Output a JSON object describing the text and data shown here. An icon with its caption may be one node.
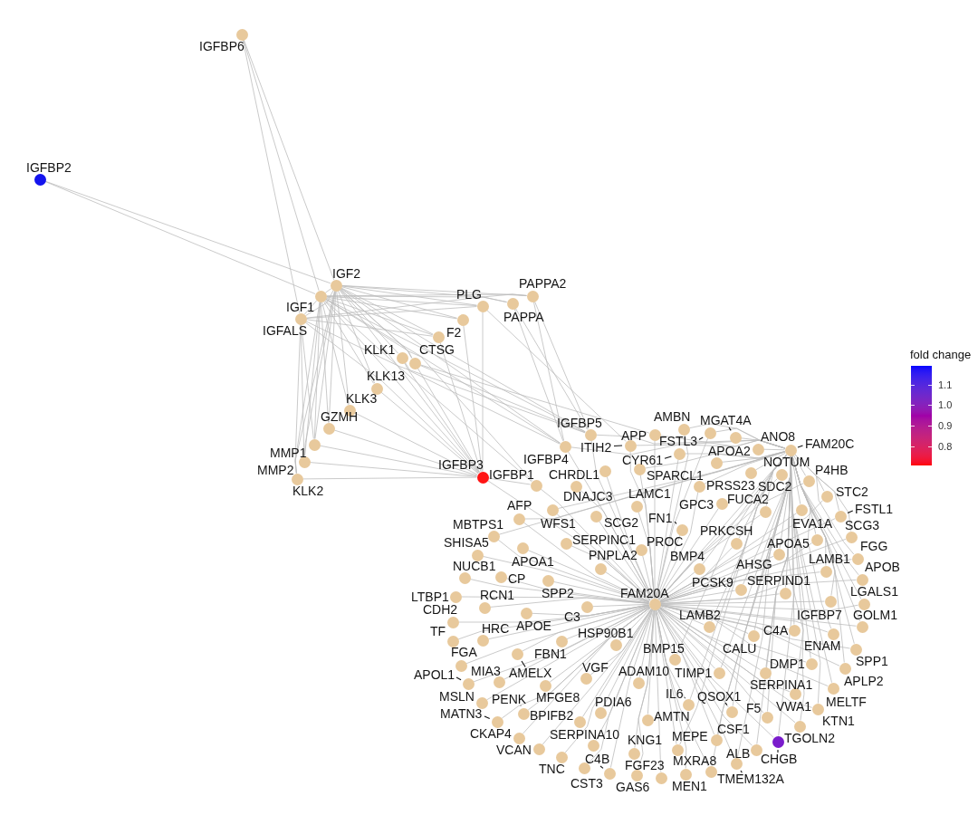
{
  "diagram": {
    "nodes": [
      {
        "text": [
          "IGFBP6"
        ]
      },
      {
        "text": [
          "IGFBP2"
        ]
      },
      {
        "text": [
          "IGF2"
        ]
      },
      {
        "text": [
          "IGF1"
        ]
      },
      {
        "text": [
          "IGFALS"
        ]
      },
      {
        "text": [
          "PLG"
        ]
      },
      {
        "text": [
          "PAPPA2"
        ]
      },
      {
        "text": [
          "PAPPA"
        ]
      },
      {
        "text": [],
        "shape": "circle"
      },
      {
        "text": [
          "F2"
        ]
      },
      {
        "text": [
          "KLK1"
        ]
      },
      {
        "text": [
          "CTSG"
        ]
      },
      {
        "text": [
          "KLK13"
        ]
      },
      {
        "text": [
          "KLK3"
        ]
      },
      {
        "text": [
          "GZMH"
        ]
      },
      {
        "text": [
          "MMP1"
        ]
      },
      {
        "text": [
          "MMP2"
        ]
      },
      {
        "text": [
          "KLK2"
        ]
      },
      {
        "text": [
          "IGFBP3"
        ]
      },
      {
        "text": [
          "IGFBP1"
        ]
      },
      {
        "text": [
          "IGFBP5"
        ]
      },
      {
        "text": [
          "IGFBP4"
        ]
      },
      {
        "text": [
          "ITIH2"
        ]
      },
      {
        "text": [
          "APP"
        ]
      },
      {
        "text": [
          "AMBN"
        ]
      },
      {
        "text": [
          "MGAT4A"
        ]
      },
      {
        "text": [
          "FSTL3"
        ]
      },
      {
        "text": [
          "CYR61"
        ]
      },
      {
        "text": [
          "ANO8"
        ]
      },
      {
        "text": [
          "FAM20C"
        ]
      },
      {
        "text": [
          "APOA2"
        ]
      },
      {
        "text": [
          "NOTUM"
        ]
      },
      {
        "text": [
          "P4HB"
        ]
      },
      {
        "text": [
          "SPARCL1"
        ]
      },
      {
        "text": [
          "PRSS23"
        ]
      },
      {
        "text": [
          "SDC2"
        ]
      },
      {
        "text": [
          "CHRDL1"
        ]
      },
      {
        "text": [
          "DNAJC3"
        ]
      },
      {
        "text": [
          "LAMC1"
        ]
      },
      {
        "text": [
          "GPC3"
        ]
      },
      {
        "text": [
          "FUCA2"
        ]
      },
      {
        "text": [
          "STC2"
        ]
      },
      {
        "text": [
          "FSTL1"
        ]
      },
      {
        "text": [
          "EVA1A"
        ]
      },
      {
        "text": [
          "WFS1"
        ]
      },
      {
        "text": [
          "SCG2"
        ]
      },
      {
        "text": [
          "AFP"
        ]
      },
      {
        "text": [
          "FN1"
        ]
      },
      {
        "text": [
          "MBTPS1"
        ]
      },
      {
        "text": [
          "SCG3"
        ]
      },
      {
        "text": [
          "PRKCSH"
        ]
      },
      {
        "text": [
          "SERPINC1"
        ]
      },
      {
        "text": [
          "PROC"
        ]
      },
      {
        "text": [
          "SHISA5"
        ]
      },
      {
        "text": [
          "APOA1"
        ]
      },
      {
        "text": [
          "APOA5"
        ]
      },
      {
        "text": [
          "FGG"
        ]
      },
      {
        "text": [
          "BMP4"
        ]
      },
      {
        "text": [
          "NUCB1"
        ]
      },
      {
        "text": [
          "PNPLA2"
        ]
      },
      {
        "text": [
          "AHSG"
        ]
      },
      {
        "text": [
          "LAMB1"
        ]
      },
      {
        "text": [
          "APOB"
        ]
      },
      {
        "text": [
          "CP"
        ]
      },
      {
        "text": [
          "SPP2"
        ]
      },
      {
        "text": [
          "PCSK9"
        ]
      },
      {
        "text": [
          "SERPIND1"
        ]
      },
      {
        "text": [
          "LTBP1"
        ]
      },
      {
        "text": [
          "RCN1"
        ]
      },
      {
        "text": [
          "LGALS1"
        ]
      },
      {
        "text": [
          "FAM20A"
        ]
      },
      {
        "text": [
          "C3"
        ]
      },
      {
        "text": [
          "CDH2"
        ]
      },
      {
        "text": [
          "APOE"
        ]
      },
      {
        "text": [
          "IGFBP7"
        ]
      },
      {
        "text": [
          "GOLM1"
        ]
      },
      {
        "text": [
          "C4A"
        ]
      },
      {
        "text": [
          "CALU"
        ]
      },
      {
        "text": [
          "LAMB2"
        ]
      },
      {
        "text": [
          "TF"
        ]
      },
      {
        "text": [
          "HRC"
        ]
      },
      {
        "text": [
          "HSP90B1"
        ]
      },
      {
        "text": [
          "ENAM"
        ]
      },
      {
        "text": [
          "FBN1"
        ]
      },
      {
        "text": [
          "FGA"
        ]
      },
      {
        "text": [
          "AMELX"
        ]
      },
      {
        "text": [
          "BMP15"
        ]
      },
      {
        "text": [
          "DMP1"
        ]
      },
      {
        "text": [
          "SPP1"
        ]
      },
      {
        "text": [
          "VGF"
        ]
      },
      {
        "text": [
          "APOL1"
        ]
      },
      {
        "text": [
          "MIA3"
        ]
      },
      {
        "text": [
          "ADAM10"
        ]
      },
      {
        "text": [
          "TIMP1"
        ]
      },
      {
        "text": [
          "SERPINA1"
        ]
      },
      {
        "text": [
          "APLP2"
        ]
      },
      {
        "text": [
          "MFGE8"
        ]
      },
      {
        "text": [
          "MSLN"
        ]
      },
      {
        "text": [
          "PENK"
        ]
      },
      {
        "text": [
          "IL6"
        ]
      },
      {
        "text": [
          "QSOX1"
        ]
      },
      {
        "text": [
          "MELTF"
        ]
      },
      {
        "text": [
          "PDIA6"
        ]
      },
      {
        "text": [
          "VWA1"
        ]
      },
      {
        "text": [
          "F5"
        ]
      },
      {
        "text": [
          "AMTN"
        ]
      },
      {
        "text": [
          "MATN3"
        ]
      },
      {
        "text": [
          "BPIFB2"
        ]
      },
      {
        "text": [
          "KTN1"
        ]
      },
      {
        "text": [
          "TGOLN2"
        ]
      },
      {
        "text": [
          "CSF1"
        ]
      },
      {
        "text": [
          "CKAP4"
        ]
      },
      {
        "text": [
          "SERPINA10"
        ]
      },
      {
        "text": [
          "MEPE"
        ]
      },
      {
        "text": [
          "CHGB"
        ]
      },
      {
        "text": [
          "KNG1"
        ]
      },
      {
        "text": [
          "ALB"
        ]
      },
      {
        "text": [
          "VCAN"
        ]
      },
      {
        "text": [
          "TNC"
        ]
      },
      {
        "text": [
          "MXRA8"
        ]
      },
      {
        "text": [
          "FGF23"
        ]
      },
      {
        "text": [
          "C4B"
        ]
      },
      {
        "text": [
          "CST3"
        ]
      },
      {
        "text": [
          "TMEM132A"
        ]
      },
      {
        "text": [
          "MEN1"
        ]
      },
      {
        "text": [
          "GAS6"
        ]
      }
    ],
    "edges": [
      {
        "from": 0,
        "to": 2,
        "arrow": "none"
      },
      {
        "from": 0,
        "to": 3,
        "arrow": "none"
      },
      {
        "from": 0,
        "to": 4,
        "arrow": "none"
      },
      {
        "from": 1,
        "to": 2,
        "arrow": "none"
      },
      {
        "from": 1,
        "to": 3,
        "arrow": "none"
      },
      {
        "from": 2,
        "to": 3,
        "arrow": "none"
      },
      {
        "from": 2,
        "to": 4,
        "arrow": "none"
      },
      {
        "from": 2,
        "to": 5,
        "arrow": "none"
      },
      {
        "from": 2,
        "to": 6,
        "arrow": "none"
      },
      {
        "from": 2,
        "to": 7,
        "arrow": "none"
      },
      {
        "from": 2,
        "to": 8,
        "arrow": "none"
      },
      {
        "from": 2,
        "to": 9,
        "arrow": "none"
      },
      {
        "from": 2,
        "to": 10,
        "arrow": "none"
      },
      {
        "from": 2,
        "to": 11,
        "arrow": "none"
      },
      {
        "from": 2,
        "to": 12,
        "arrow": "none"
      },
      {
        "from": 2,
        "to": 13,
        "arrow": "none"
      },
      {
        "from": 2,
        "to": 14,
        "arrow": "none"
      },
      {
        "from": 2,
        "to": 15,
        "arrow": "none"
      },
      {
        "from": 2,
        "to": 16,
        "arrow": "none"
      },
      {
        "from": 2,
        "to": 17,
        "arrow": "none"
      },
      {
        "from": 2,
        "to": 18,
        "arrow": "none"
      },
      {
        "from": 2,
        "to": 19,
        "arrow": "none"
      },
      {
        "from": 2,
        "to": 20,
        "arrow": "none"
      },
      {
        "from": 2,
        "to": 21,
        "arrow": "none"
      },
      {
        "from": 3,
        "to": 4,
        "arrow": "none"
      },
      {
        "from": 3,
        "to": 5,
        "arrow": "none"
      },
      {
        "from": 3,
        "to": 6,
        "arrow": "none"
      },
      {
        "from": 3,
        "to": 7,
        "arrow": "none"
      },
      {
        "from": 3,
        "to": 8,
        "arrow": "none"
      },
      {
        "from": 3,
        "to": 9,
        "arrow": "none"
      },
      {
        "from": 3,
        "to": 11,
        "arrow": "none"
      },
      {
        "from": 3,
        "to": 12,
        "arrow": "none"
      },
      {
        "from": 3,
        "to": 13,
        "arrow": "none"
      },
      {
        "from": 3,
        "to": 14,
        "arrow": "none"
      },
      {
        "from": 3,
        "to": 15,
        "arrow": "none"
      },
      {
        "from": 3,
        "to": 16,
        "arrow": "none"
      },
      {
        "from": 3,
        "to": 17,
        "arrow": "none"
      },
      {
        "from": 3,
        "to": 18,
        "arrow": "none"
      },
      {
        "from": 3,
        "to": 19,
        "arrow": "none"
      },
      {
        "from": 3,
        "to": 20,
        "arrow": "none"
      },
      {
        "from": 3,
        "to": 21,
        "arrow": "none"
      },
      {
        "from": 4,
        "to": 5,
        "arrow": "none"
      },
      {
        "from": 4,
        "to": 6,
        "arrow": "none"
      },
      {
        "from": 4,
        "to": 9,
        "arrow": "none"
      },
      {
        "from": 4,
        "to": 15,
        "arrow": "none"
      },
      {
        "from": 4,
        "to": 16,
        "arrow": "none"
      },
      {
        "from": 4,
        "to": 17,
        "arrow": "none"
      },
      {
        "from": 4,
        "to": 18,
        "arrow": "none"
      },
      {
        "from": 4,
        "to": 20,
        "arrow": "none"
      },
      {
        "from": 6,
        "to": 20,
        "arrow": "none"
      },
      {
        "from": 6,
        "to": 21,
        "arrow": "none"
      },
      {
        "from": 7,
        "to": 20,
        "arrow": "none"
      },
      {
        "from": 7,
        "to": 21,
        "arrow": "none"
      },
      {
        "from": 5,
        "to": 18,
        "arrow": "none"
      },
      {
        "from": 5,
        "to": 22,
        "arrow": "none"
      },
      {
        "from": 8,
        "to": 18,
        "arrow": "none"
      },
      {
        "from": 11,
        "to": 18,
        "arrow": "none"
      },
      {
        "from": 11,
        "to": 20,
        "arrow": "none"
      },
      {
        "from": 11,
        "to": 23,
        "arrow": "none"
      },
      {
        "from": 10,
        "to": 18,
        "arrow": "none"
      },
      {
        "from": 10,
        "to": 21,
        "arrow": "none"
      },
      {
        "from": 12,
        "to": 18,
        "arrow": "none"
      },
      {
        "from": 13,
        "to": 18,
        "arrow": "none"
      },
      {
        "from": 14,
        "to": 18,
        "arrow": "none"
      },
      {
        "from": 15,
        "to": 18,
        "arrow": "none"
      },
      {
        "from": 16,
        "to": 18,
        "arrow": "none"
      },
      {
        "from": 17,
        "to": 18,
        "arrow": "none"
      },
      {
        "from": 9,
        "to": 18,
        "arrow": "none"
      },
      {
        "from": 18,
        "to": 19,
        "arrow": "none"
      },
      {
        "from": 18,
        "to": 70,
        "arrow": "none"
      },
      {
        "from": 19,
        "to": 70,
        "arrow": "none"
      },
      {
        "from": 20,
        "to": 70,
        "arrow": "none"
      },
      {
        "from": 20,
        "to": 29,
        "arrow": "none"
      },
      {
        "from": 21,
        "to": 70,
        "arrow": "none"
      },
      {
        "from": 21,
        "to": 29,
        "arrow": "none"
      },
      {
        "from": 70,
        "to": 22,
        "arrow": "none"
      },
      {
        "from": 70,
        "to": 23,
        "arrow": "none"
      },
      {
        "from": 70,
        "to": 24,
        "arrow": "none"
      },
      {
        "from": 70,
        "to": 26,
        "arrow": "none"
      },
      {
        "from": 70,
        "to": 27,
        "arrow": "none"
      },
      {
        "from": 70,
        "to": 29,
        "arrow": "none"
      },
      {
        "from": 70,
        "to": 31,
        "arrow": "none"
      },
      {
        "from": 70,
        "to": 32,
        "arrow": "none"
      },
      {
        "from": 70,
        "to": 33,
        "arrow": "none"
      },
      {
        "from": 70,
        "to": 34,
        "arrow": "none"
      },
      {
        "from": 70,
        "to": 36,
        "arrow": "none"
      },
      {
        "from": 70,
        "to": 37,
        "arrow": "none"
      },
      {
        "from": 70,
        "to": 38,
        "arrow": "none"
      },
      {
        "from": 70,
        "to": 39,
        "arrow": "none"
      },
      {
        "from": 70,
        "to": 40,
        "arrow": "none"
      },
      {
        "from": 70,
        "to": 41,
        "arrow": "none"
      },
      {
        "from": 70,
        "to": 42,
        "arrow": "none"
      },
      {
        "from": 70,
        "to": 43,
        "arrow": "none"
      },
      {
        "from": 70,
        "to": 44,
        "arrow": "none"
      },
      {
        "from": 70,
        "to": 45,
        "arrow": "none"
      },
      {
        "from": 70,
        "to": 46,
        "arrow": "none"
      },
      {
        "from": 70,
        "to": 47,
        "arrow": "none"
      },
      {
        "from": 70,
        "to": 48,
        "arrow": "none"
      },
      {
        "from": 70,
        "to": 49,
        "arrow": "none"
      },
      {
        "from": 70,
        "to": 50,
        "arrow": "none"
      },
      {
        "from": 70,
        "to": 51,
        "arrow": "none"
      },
      {
        "from": 70,
        "to": 52,
        "arrow": "none"
      },
      {
        "from": 70,
        "to": 53,
        "arrow": "none"
      },
      {
        "from": 70,
        "to": 54,
        "arrow": "none"
      },
      {
        "from": 70,
        "to": 55,
        "arrow": "none"
      },
      {
        "from": 70,
        "to": 56,
        "arrow": "none"
      },
      {
        "from": 70,
        "to": 57,
        "arrow": "none"
      },
      {
        "from": 70,
        "to": 58,
        "arrow": "none"
      },
      {
        "from": 70,
        "to": 59,
        "arrow": "none"
      },
      {
        "from": 70,
        "to": 60,
        "arrow": "none"
      },
      {
        "from": 70,
        "to": 61,
        "arrow": "none"
      },
      {
        "from": 70,
        "to": 62,
        "arrow": "none"
      },
      {
        "from": 70,
        "to": 63,
        "arrow": "none"
      },
      {
        "from": 70,
        "to": 64,
        "arrow": "none"
      },
      {
        "from": 70,
        "to": 65,
        "arrow": "none"
      },
      {
        "from": 70,
        "to": 66,
        "arrow": "none"
      },
      {
        "from": 70,
        "to": 67,
        "arrow": "none"
      },
      {
        "from": 70,
        "to": 68,
        "arrow": "none"
      },
      {
        "from": 70,
        "to": 69,
        "arrow": "none"
      },
      {
        "from": 70,
        "to": 71,
        "arrow": "none"
      },
      {
        "from": 70,
        "to": 72,
        "arrow": "none"
      },
      {
        "from": 70,
        "to": 73,
        "arrow": "none"
      },
      {
        "from": 70,
        "to": 74,
        "arrow": "none"
      },
      {
        "from": 70,
        "to": 75,
        "arrow": "none"
      },
      {
        "from": 70,
        "to": 76,
        "arrow": "none"
      },
      {
        "from": 70,
        "to": 77,
        "arrow": "none"
      },
      {
        "from": 70,
        "to": 78,
        "arrow": "none"
      },
      {
        "from": 70,
        "to": 79,
        "arrow": "none"
      },
      {
        "from": 70,
        "to": 80,
        "arrow": "none"
      },
      {
        "from": 70,
        "to": 81,
        "arrow": "none"
      },
      {
        "from": 70,
        "to": 82,
        "arrow": "none"
      },
      {
        "from": 70,
        "to": 83,
        "arrow": "none"
      },
      {
        "from": 70,
        "to": 84,
        "arrow": "none"
      },
      {
        "from": 70,
        "to": 85,
        "arrow": "none"
      },
      {
        "from": 70,
        "to": 86,
        "arrow": "none"
      },
      {
        "from": 70,
        "to": 87,
        "arrow": "none"
      },
      {
        "from": 70,
        "to": 88,
        "arrow": "none"
      },
      {
        "from": 70,
        "to": 89,
        "arrow": "none"
      },
      {
        "from": 70,
        "to": 90,
        "arrow": "none"
      },
      {
        "from": 70,
        "to": 91,
        "arrow": "none"
      },
      {
        "from": 70,
        "to": 92,
        "arrow": "none"
      },
      {
        "from": 70,
        "to": 93,
        "arrow": "none"
      },
      {
        "from": 70,
        "to": 94,
        "arrow": "none"
      },
      {
        "from": 70,
        "to": 95,
        "arrow": "none"
      },
      {
        "from": 70,
        "to": 96,
        "arrow": "none"
      },
      {
        "from": 70,
        "to": 97,
        "arrow": "none"
      },
      {
        "from": 70,
        "to": 98,
        "arrow": "none"
      },
      {
        "from": 70,
        "to": 99,
        "arrow": "none"
      },
      {
        "from": 70,
        "to": 100,
        "arrow": "none"
      },
      {
        "from": 70,
        "to": 101,
        "arrow": "none"
      },
      {
        "from": 70,
        "to": 102,
        "arrow": "none"
      },
      {
        "from": 70,
        "to": 103,
        "arrow": "none"
      },
      {
        "from": 70,
        "to": 104,
        "arrow": "none"
      },
      {
        "from": 70,
        "to": 105,
        "arrow": "none"
      },
      {
        "from": 70,
        "to": 106,
        "arrow": "none"
      },
      {
        "from": 70,
        "to": 107,
        "arrow": "none"
      },
      {
        "from": 70,
        "to": 108,
        "arrow": "none"
      },
      {
        "from": 70,
        "to": 109,
        "arrow": "none"
      },
      {
        "from": 70,
        "to": 110,
        "arrow": "none"
      },
      {
        "from": 70,
        "to": 111,
        "arrow": "none"
      },
      {
        "from": 70,
        "to": 112,
        "arrow": "none"
      },
      {
        "from": 70,
        "to": 113,
        "arrow": "none"
      },
      {
        "from": 70,
        "to": 114,
        "arrow": "none"
      },
      {
        "from": 70,
        "to": 115,
        "arrow": "none"
      },
      {
        "from": 70,
        "to": 116,
        "arrow": "none"
      },
      {
        "from": 70,
        "to": 117,
        "arrow": "none"
      },
      {
        "from": 70,
        "to": 118,
        "arrow": "none"
      },
      {
        "from": 70,
        "to": 119,
        "arrow": "none"
      },
      {
        "from": 70,
        "to": 120,
        "arrow": "none"
      },
      {
        "from": 70,
        "to": 121,
        "arrow": "none"
      },
      {
        "from": 70,
        "to": 122,
        "arrow": "none"
      },
      {
        "from": 70,
        "to": 123,
        "arrow": "none"
      },
      {
        "from": 70,
        "to": 124,
        "arrow": "none"
      },
      {
        "from": 70,
        "to": 125,
        "arrow": "none"
      },
      {
        "from": 29,
        "to": 22,
        "arrow": "none"
      },
      {
        "from": 29,
        "to": 23,
        "arrow": "none"
      },
      {
        "from": 29,
        "to": 24,
        "arrow": "none"
      },
      {
        "from": 29,
        "to": 25,
        "arrow": "none"
      },
      {
        "from": 29,
        "to": 26,
        "arrow": "none"
      },
      {
        "from": 29,
        "to": 27,
        "arrow": "none"
      },
      {
        "from": 29,
        "to": 28,
        "arrow": "none"
      },
      {
        "from": 29,
        "to": 30,
        "arrow": "none"
      },
      {
        "from": 29,
        "to": 32,
        "arrow": "none"
      },
      {
        "from": 29,
        "to": 33,
        "arrow": "none"
      },
      {
        "from": 29,
        "to": 34,
        "arrow": "none"
      },
      {
        "from": 29,
        "to": 35,
        "arrow": "none"
      },
      {
        "from": 29,
        "to": 40,
        "arrow": "none"
      },
      {
        "from": 29,
        "to": 41,
        "arrow": "none"
      },
      {
        "from": 29,
        "to": 42,
        "arrow": "none"
      },
      {
        "from": 29,
        "to": 43,
        "arrow": "none"
      },
      {
        "from": 29,
        "to": 44,
        "arrow": "none"
      },
      {
        "from": 29,
        "to": 46,
        "arrow": "none"
      },
      {
        "from": 29,
        "to": 48,
        "arrow": "none"
      },
      {
        "from": 29,
        "to": 49,
        "arrow": "none"
      },
      {
        "from": 29,
        "to": 50,
        "arrow": "none"
      },
      {
        "from": 29,
        "to": 55,
        "arrow": "none"
      },
      {
        "from": 29,
        "to": 56,
        "arrow": "none"
      },
      {
        "from": 29,
        "to": 57,
        "arrow": "none"
      },
      {
        "from": 29,
        "to": 60,
        "arrow": "none"
      },
      {
        "from": 29,
        "to": 61,
        "arrow": "none"
      },
      {
        "from": 29,
        "to": 62,
        "arrow": "none"
      },
      {
        "from": 29,
        "to": 65,
        "arrow": "none"
      },
      {
        "from": 29,
        "to": 66,
        "arrow": "none"
      },
      {
        "from": 29,
        "to": 69,
        "arrow": "none"
      },
      {
        "from": 29,
        "to": 74,
        "arrow": "none"
      },
      {
        "from": 29,
        "to": 75,
        "arrow": "none"
      },
      {
        "from": 29,
        "to": 76,
        "arrow": "none"
      },
      {
        "from": 29,
        "to": 77,
        "arrow": "none"
      },
      {
        "from": 29,
        "to": 78,
        "arrow": "none"
      },
      {
        "from": 29,
        "to": 82,
        "arrow": "none"
      },
      {
        "from": 29,
        "to": 86,
        "arrow": "none"
      },
      {
        "from": 29,
        "to": 87,
        "arrow": "none"
      },
      {
        "from": 29,
        "to": 88,
        "arrow": "none"
      },
      {
        "from": 29,
        "to": 93,
        "arrow": "none"
      },
      {
        "from": 29,
        "to": 94,
        "arrow": "none"
      },
      {
        "from": 29,
        "to": 95,
        "arrow": "none"
      },
      {
        "from": 29,
        "to": 99,
        "arrow": "none"
      },
      {
        "from": 29,
        "to": 100,
        "arrow": "none"
      },
      {
        "from": 29,
        "to": 101,
        "arrow": "none"
      },
      {
        "from": 29,
        "to": 103,
        "arrow": "none"
      },
      {
        "from": 29,
        "to": 104,
        "arrow": "none"
      },
      {
        "from": 29,
        "to": 108,
        "arrow": "none"
      },
      {
        "from": 29,
        "to": 109,
        "arrow": "none"
      },
      {
        "from": 29,
        "to": 110,
        "arrow": "none"
      },
      {
        "from": 29,
        "to": 113,
        "arrow": "none"
      },
      {
        "from": 29,
        "to": 114,
        "arrow": "none"
      },
      {
        "from": 29,
        "to": 116,
        "arrow": "none"
      },
      {
        "from": 29,
        "to": 119,
        "arrow": "none"
      },
      {
        "from": 29,
        "to": 123,
        "arrow": "none"
      }
    ],
    "labels": [
      "fold change",
      "1.1",
      "1.0",
      "0.9",
      "0.8"
    ]
  }
}
